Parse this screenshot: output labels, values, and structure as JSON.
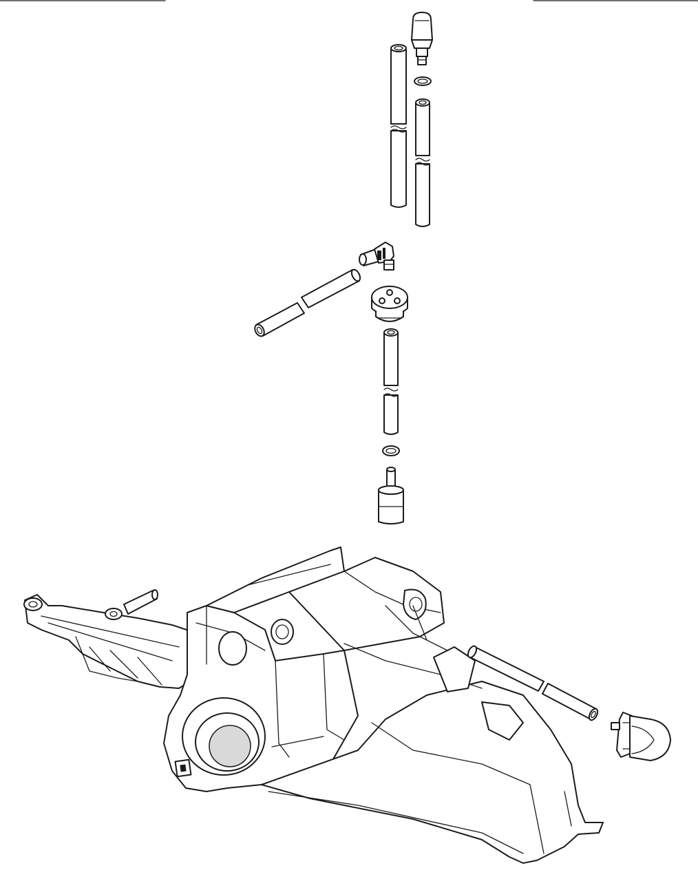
{
  "diagram": {
    "kind": "exploded-parts-drawing",
    "line_color": "#1a1a1a",
    "background": "#ffffff",
    "parts": [
      "vent-valve",
      "o-ring",
      "hose",
      "elbow-fitting",
      "grommet",
      "fuel-filter",
      "fuel-tank-housing",
      "primer-bulb"
    ]
  }
}
